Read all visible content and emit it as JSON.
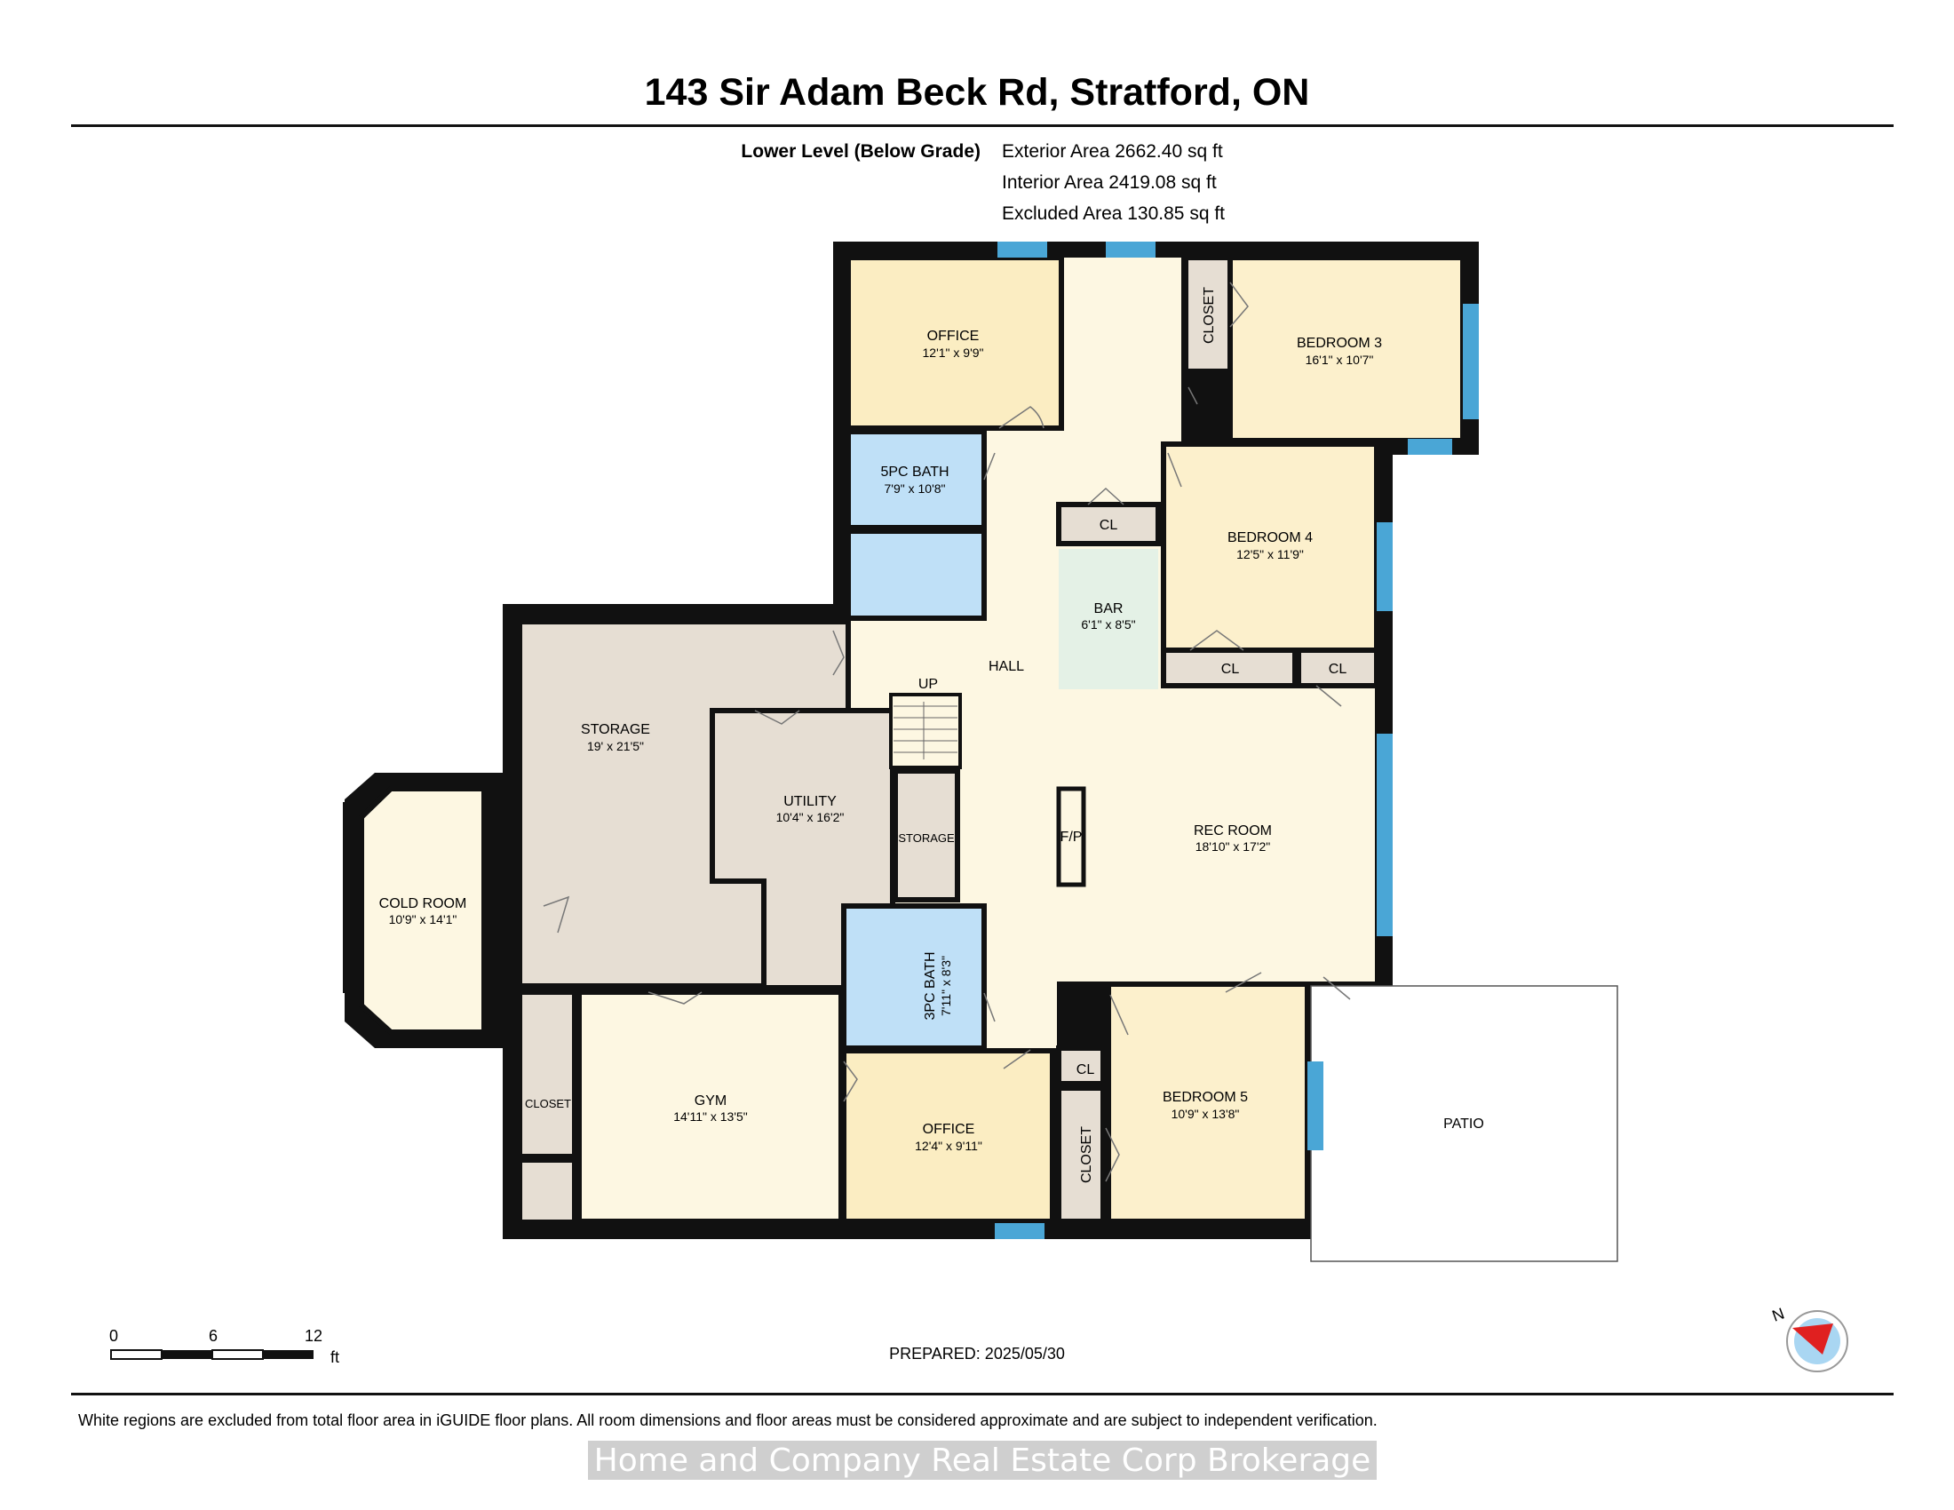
{
  "header": {
    "title": "143 Sir Adam Beck Rd, Stratford, ON",
    "level": "Lower Level (Below Grade)",
    "areas": [
      "Exterior Area 2662.40 sq ft",
      "Interior Area 2419.08 sq ft",
      "Excluded Area 130.85 sq ft"
    ]
  },
  "rooms": {
    "office_top": {
      "name": "OFFICE",
      "dims": "12'1\" x 9'9\""
    },
    "bedroom3": {
      "name": "BEDROOM 3",
      "dims": "16'1\" x 10'7\""
    },
    "closet_b3": {
      "name": "CLOSET"
    },
    "bath5": {
      "name": "5PC BATH",
      "dims": "7'9\" x 10'8\""
    },
    "cl_hall": {
      "name": "CL"
    },
    "bedroom4": {
      "name": "BEDROOM 4",
      "dims": "12'5\" x 11'9\""
    },
    "bar": {
      "name": "BAR",
      "dims": "6'1\" x 8'5\""
    },
    "hall": {
      "name": "HALL"
    },
    "up": {
      "name": "UP"
    },
    "cl_b4a": {
      "name": "CL"
    },
    "cl_b4b": {
      "name": "CL"
    },
    "storage": {
      "name": "STORAGE",
      "dims": "19' x 21'5\""
    },
    "utility": {
      "name": "UTILITY",
      "dims": "10'4\" x 16'2\""
    },
    "storage_small": {
      "name": "STORAGE"
    },
    "fp": {
      "name": "F/P"
    },
    "rec": {
      "name": "REC ROOM",
      "dims": "18'10\" x 17'2\""
    },
    "cold": {
      "name": "COLD ROOM",
      "dims": "10'9\" x 14'1\""
    },
    "bath3": {
      "name": "3PC BATH",
      "dims": "7'11\" x 8'3\""
    },
    "gym": {
      "name": "GYM",
      "dims": "14'11\" x 13'5\""
    },
    "closet_gym": {
      "name": "CLOSET"
    },
    "office_bottom": {
      "name": "OFFICE",
      "dims": "12'4\" x 9'11\""
    },
    "cl_b5": {
      "name": "CL"
    },
    "closet_b5": {
      "name": "CLOSET"
    },
    "bedroom5": {
      "name": "BEDROOM 5",
      "dims": "10'9\" x 13'8\""
    },
    "patio": {
      "name": "PATIO"
    }
  },
  "scale": {
    "ticks": [
      "0",
      "6",
      "12"
    ],
    "unit": "ft"
  },
  "compass": {
    "label": "N"
  },
  "prepared": "PREPARED: 2025/05/30",
  "disclaimer": "White regions are excluded from total floor area in iGUIDE floor plans. All room dimensions and floor areas must be considered approximate and are subject to independent verification.",
  "watermark": "Home and Company Real Estate Corp Brokerage",
  "colors": {
    "wall": "#111111",
    "hall": "#fdf7e2",
    "office": "#fbedc2",
    "bedroom": "#fcf0cc",
    "bath": "#bfe0f7",
    "storage": "#e6ded3",
    "bar": "#e4f1e6",
    "window": "#4aa6d6"
  }
}
